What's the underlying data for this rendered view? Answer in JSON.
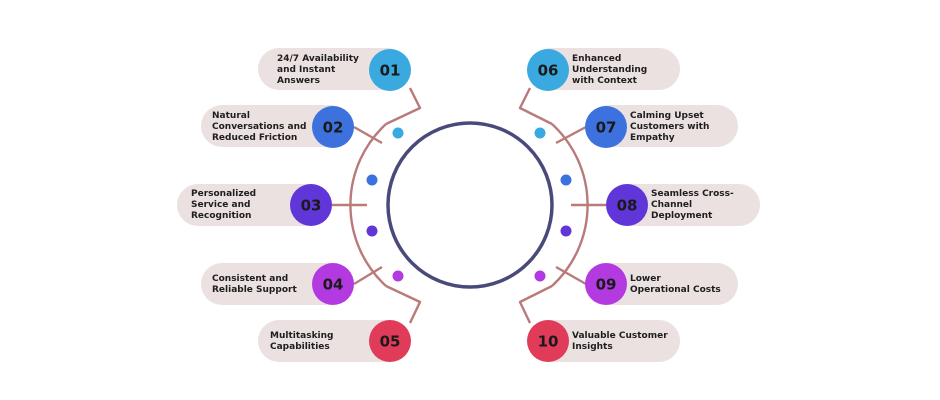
{
  "diagram": {
    "center_ring_color": "#4a4a7a",
    "connector_color": "#b97a7a",
    "pill_color": "#ebe1e1",
    "items": [
      {
        "number": "01",
        "lines": [
          "24/7 Availability",
          "and Instant",
          "Answers"
        ],
        "color": "#39a9df"
      },
      {
        "number": "02",
        "lines": [
          "Natural",
          "Conversations and",
          "Reduced Friction"
        ],
        "color": "#3d72de"
      },
      {
        "number": "03",
        "lines": [
          "Personalized",
          "Service and",
          "Recognition"
        ],
        "color": "#6136d8"
      },
      {
        "number": "04",
        "lines": [
          "Consistent and",
          "Reliable Support"
        ],
        "color": "#b339e0"
      },
      {
        "number": "05",
        "lines": [
          "Multitasking",
          "Capabilities"
        ],
        "color": "#e03b59"
      },
      {
        "number": "06",
        "lines": [
          "Enhanced",
          "Understanding",
          "with Context"
        ],
        "color": "#39a9df"
      },
      {
        "number": "07",
        "lines": [
          "Calming Upset",
          "Customers with",
          "Empathy"
        ],
        "color": "#3d72de"
      },
      {
        "number": "08",
        "lines": [
          "Seamless Cross-",
          "Channel",
          "Deployment"
        ],
        "color": "#6136d8"
      },
      {
        "number": "09",
        "lines": [
          "Lower",
          "Operational Costs"
        ],
        "color": "#b339e0"
      },
      {
        "number": "10",
        "lines": [
          "Valuable Customer",
          "Insights"
        ],
        "color": "#e03b59"
      }
    ]
  }
}
